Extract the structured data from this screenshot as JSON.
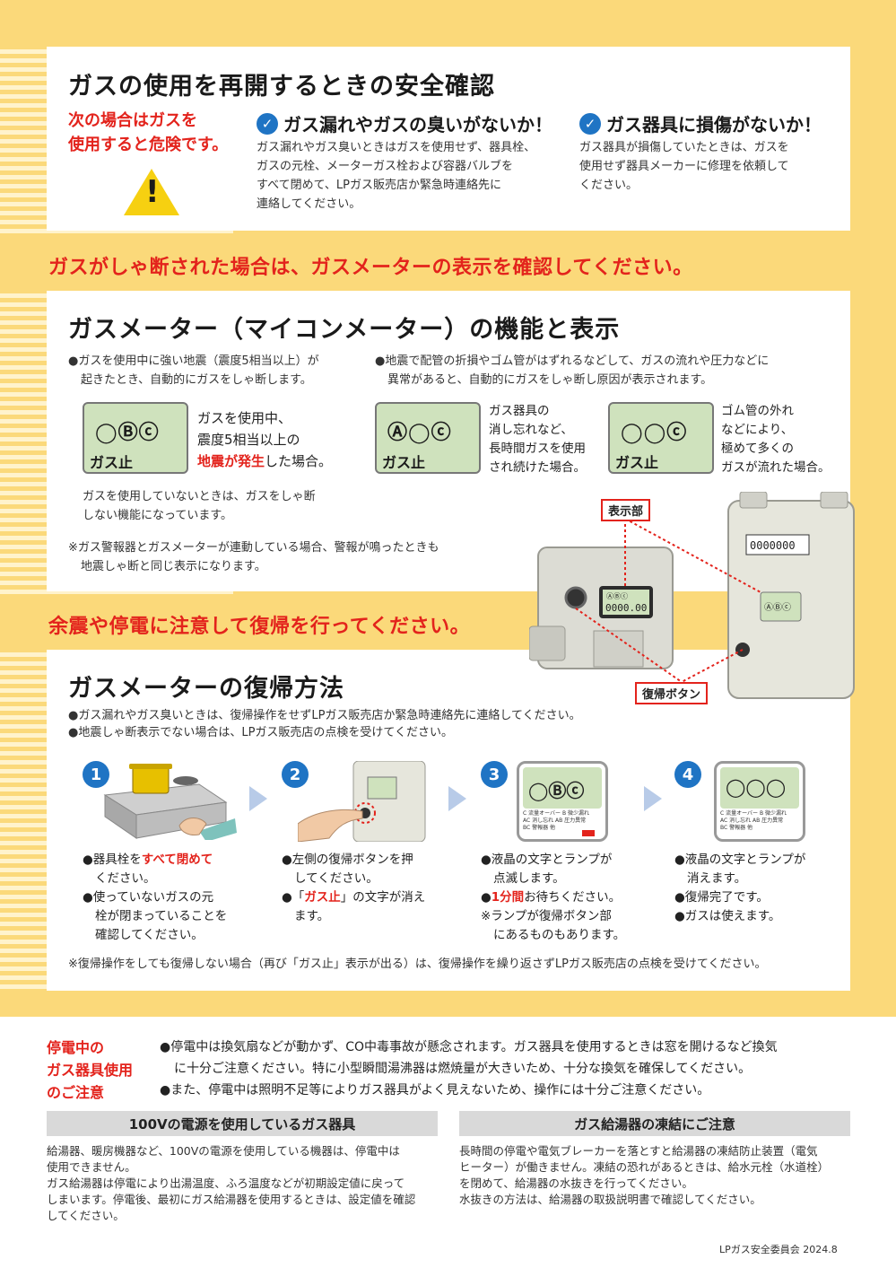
{
  "section1": {
    "title": "ガスの使用を再開するときの安全確認",
    "warning": [
      "次の場合はガスを",
      "使用すると危険です。"
    ],
    "check1": {
      "title": "ガス漏れやガスの臭いがないか！",
      "lines": [
        "ガス漏れやガス臭いときはガスを使用せず、器具栓、",
        "ガスの元栓、メーターガス栓および容器バルブを",
        "すべて閉めて、LPガス販売店か緊急時連絡先に",
        "連絡してください。"
      ]
    },
    "check2": {
      "title": "ガス器具に損傷がないか！",
      "lines": [
        "ガス器具が損傷していたときは、ガスを",
        "使用せず器具メーカーに修理を依頼して",
        "ください。"
      ]
    }
  },
  "banner1": "ガスがしゃ断された場合は、ガスメーターの表示を確認してください。",
  "section2": {
    "title": "ガスメーター（マイコンメーター）の機能と表示",
    "left_bullet": [
      "●ガスを使用中に強い地震（震度5相当以上）が",
      "起きたとき、自動的にガスをしゃ断します。"
    ],
    "right_bullet": [
      "●地震で配管の折損やゴム管がはずれるなどして、ガスの流れや圧力などに",
      "異常があると、自動的にガスをしゃ断し原因が表示されます。"
    ],
    "display1": {
      "symbols": "◯Ⓑⓒ",
      "stop": "ガス止",
      "lines": [
        "ガスを使用中、",
        "震度5相当以上の"
      ],
      "red": "地震が発生",
      "tail": "した場合。"
    },
    "display2": {
      "symbols": "Ⓐ◯ⓒ",
      "stop": "ガス止",
      "lines": [
        "ガス器具の",
        "消し忘れなど、",
        "長時間ガスを使用",
        "され続けた場合。"
      ]
    },
    "display3": {
      "symbols": "◯◯ⓒ",
      "stop": "ガス止",
      "lines": [
        "ゴム管の外れ",
        "などにより、",
        "極めて多くの",
        "ガスが流れた場合。"
      ]
    },
    "note1": [
      "ガスを使用していないときは、ガスをしゃ断",
      "しない機能になっています。"
    ],
    "note2": [
      "※ガス警報器とガスメーターが連動している場合、警報が鳴ったときも",
      "地震しゃ断と同じ表示になります。"
    ],
    "label_display": "表示部",
    "label_button": "復帰ボタン",
    "meter_reading": "0000.00",
    "counter": "0000000"
  },
  "banner2": "余震や停電に注意して復帰を行ってください。",
  "section3": {
    "title": "ガスメーターの復帰方法",
    "bullets": [
      "●ガス漏れやガス臭いときは、復帰操作をせずLPガス販売店か緊急時連絡先に連絡してください。",
      "●地震しゃ断表示でない場合は、LPガス販売店の点検を受けてください。"
    ],
    "steps": [
      {
        "num": "1",
        "lines": [
          "●器具栓を",
          "すべて閉めて",
          "ください。",
          "●使っていないガスの元",
          "栓が閉まっていることを",
          "確認してください。"
        ]
      },
      {
        "num": "2",
        "lines": [
          "●左側の復帰ボタンを押",
          "してください。",
          "●「",
          "ガス止",
          "」の文字が消え",
          "ます。"
        ]
      },
      {
        "num": "3",
        "lines": [
          "●液晶の文字とランプが",
          "点滅します。",
          "●",
          "1分間",
          "お待ちください。",
          "※ランプが復帰ボタン部",
          "にあるものもあります。"
        ]
      },
      {
        "num": "4",
        "lines": [
          "●液晶の文字とランプが",
          "消えます。",
          "●復帰完了です。",
          "●ガスは使えます。"
        ]
      }
    ],
    "lcd_small_rows": [
      "C 流量オーバー B 微少漏れ",
      "AC 消し忘れ AB 圧力異常",
      "BC 警報器 他"
    ],
    "footnote": "※復帰操作をしても復帰しない場合（再び「ガス止」表示が出る）は、復帰操作を繰り返さずLPガス販売店の点検を受けてください。"
  },
  "section4": {
    "heading": [
      "停電中の",
      "ガス器具使用",
      "のご注意"
    ],
    "lines": [
      "●停電中は換気扇などが動かず、CO中毒事故が懸念されます。ガス器具を使用するときは窓を開けるなど換気",
      "に十分ご注意ください。特に小型瞬間湯沸器は燃焼量が大きいため、十分な換気を確保してください。",
      "●また、停電中は照明不足等によりガス器具がよく見えないため、操作には十分ご注意ください。"
    ],
    "box1": {
      "title": "100Vの電源を使用しているガス器具",
      "lines": [
        "給湯器、暖房機器など、100Vの電源を使用している機器は、停電中は",
        "使用できません。",
        "ガス給湯器は停電により出湯温度、ふろ温度などが初期設定値に戻って",
        "しまいます。停電後、最初にガス給湯器を使用するときは、設定値を確認",
        "してください。"
      ]
    },
    "box2": {
      "title": "ガス給湯器の凍結にご注意",
      "lines": [
        "長時間の停電や電気ブレーカーを落とすと給湯器の凍結防止装置（電気",
        "ヒーター）が働きません。凍結の恐れがあるときは、給水元栓（水道栓）",
        "を閉めて、給湯器の水抜きを行ってください。",
        "水抜きの方法は、給湯器の取扱説明書で確認してください。"
      ]
    }
  },
  "footer": "LPガス安全委員会 2024.8",
  "colors": {
    "yellow": "#fbd97a",
    "red": "#e3231c",
    "blue": "#1f74c4",
    "lcd": "#cfe2bd"
  }
}
